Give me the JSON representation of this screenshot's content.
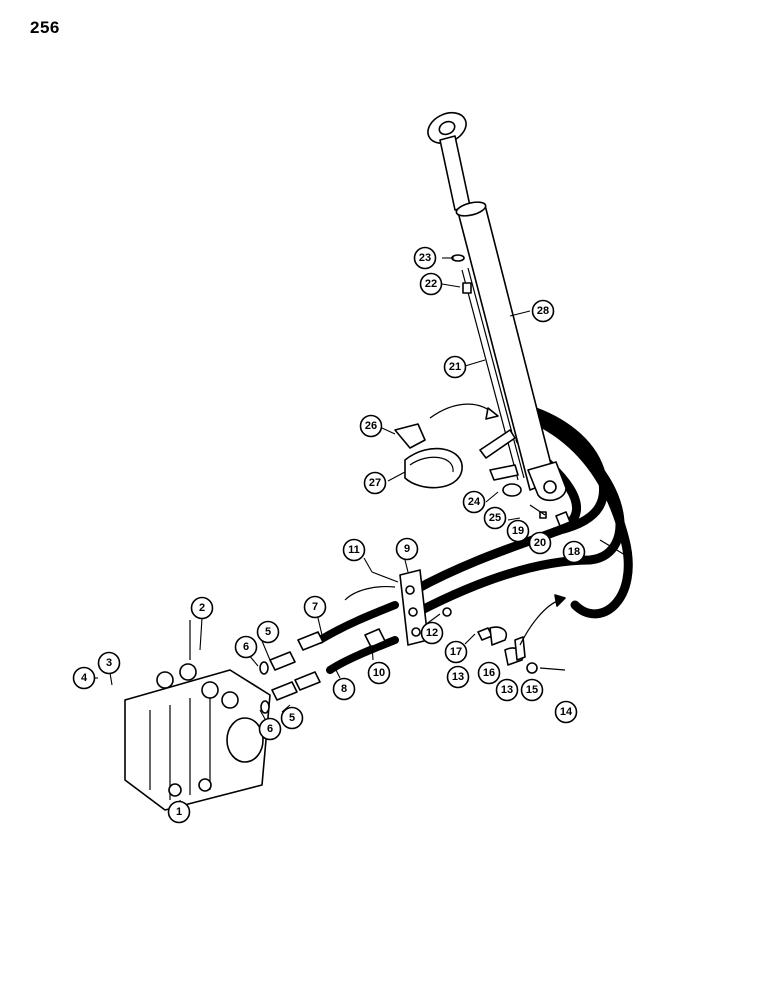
{
  "page": {
    "number": "256"
  },
  "callouts": [
    {
      "id": "1",
      "label": "1"
    },
    {
      "id": "2",
      "label": "2"
    },
    {
      "id": "3",
      "label": "3"
    },
    {
      "id": "4",
      "label": "4"
    },
    {
      "id": "5a",
      "label": "5"
    },
    {
      "id": "5b",
      "label": "5"
    },
    {
      "id": "6a",
      "label": "6"
    },
    {
      "id": "6b",
      "label": "6"
    },
    {
      "id": "7",
      "label": "7"
    },
    {
      "id": "8",
      "label": "8"
    },
    {
      "id": "9",
      "label": "9"
    },
    {
      "id": "10",
      "label": "10"
    },
    {
      "id": "11",
      "label": "11"
    },
    {
      "id": "12",
      "label": "12"
    },
    {
      "id": "13a",
      "label": "13"
    },
    {
      "id": "13b",
      "label": "13"
    },
    {
      "id": "14",
      "label": "14"
    },
    {
      "id": "15",
      "label": "15"
    },
    {
      "id": "16",
      "label": "16"
    },
    {
      "id": "17",
      "label": "17"
    },
    {
      "id": "18",
      "label": "18"
    },
    {
      "id": "19",
      "label": "19"
    },
    {
      "id": "20",
      "label": "20"
    },
    {
      "id": "21",
      "label": "21"
    },
    {
      "id": "22",
      "label": "22"
    },
    {
      "id": "23",
      "label": "23"
    },
    {
      "id": "24",
      "label": "24"
    },
    {
      "id": "25",
      "label": "25"
    },
    {
      "id": "26",
      "label": "26"
    },
    {
      "id": "27",
      "label": "27"
    },
    {
      "id": "28",
      "label": "28"
    }
  ]
}
